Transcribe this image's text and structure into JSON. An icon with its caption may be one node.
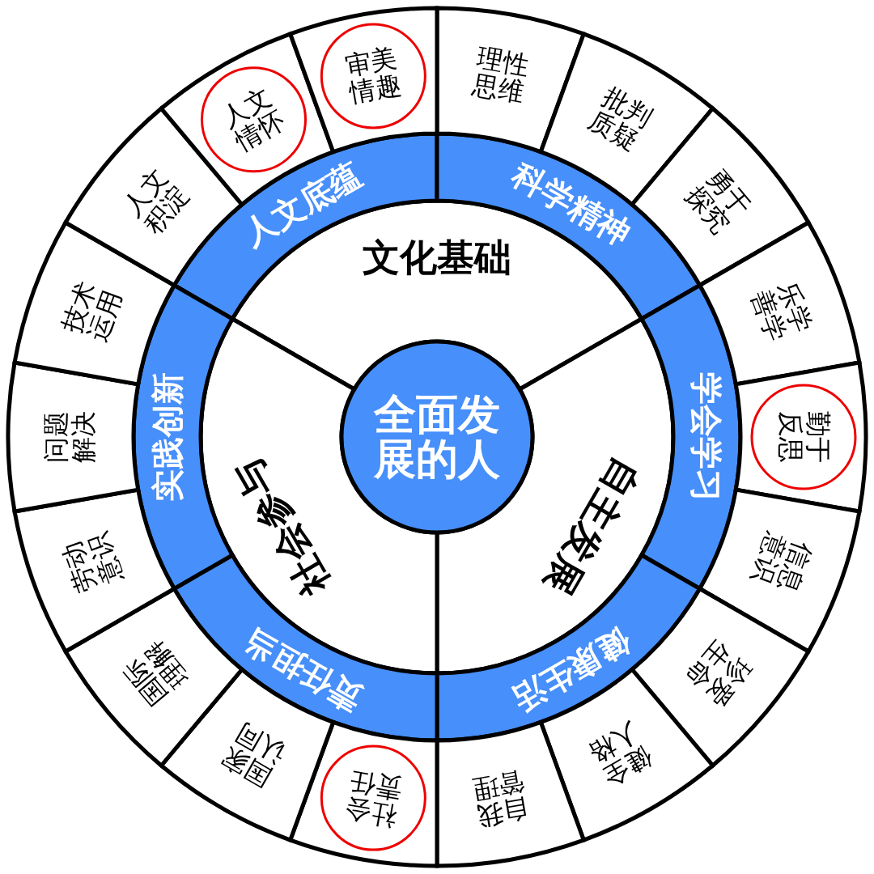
{
  "diagram": {
    "nodes": [
      {
        "text": [
          "全面发展的人"
        ]
      },
      {
        "text": [
          "文化基础"
        ]
      },
      {
        "text": [
          "自主发展"
        ]
      },
      {
        "text": [
          "社会参与"
        ]
      },
      {
        "text": [
          "人文底蕴"
        ]
      },
      {
        "text": [
          "科学精神"
        ]
      },
      {
        "text": [
          "学会学习"
        ]
      },
      {
        "text": [
          "健康生活"
        ]
      },
      {
        "text": [
          "责任担当"
        ]
      },
      {
        "text": [
          "实践创新"
        ]
      },
      {
        "text": [
          "理性思维"
        ]
      },
      {
        "text": [
          "批判质疑"
        ]
      },
      {
        "text": [
          "勇于探究"
        ]
      },
      {
        "text": [
          "乐学善学"
        ]
      },
      {
        "text": [],
        "shape": "box"
      },
      {
        "text": [
          "勤于反思"
        ],
        "in": 14
      },
      {
        "text": [
          "信息意识"
        ]
      },
      {
        "text": [
          "珍爱生命"
        ]
      },
      {
        "text": [
          "健全人格"
        ]
      },
      {
        "text": [
          "自我管理"
        ]
      },
      {
        "text": [],
        "shape": "box"
      },
      {
        "text": [
          "社会责任"
        ],
        "in": 20
      },
      {
        "text": [
          "国家认同"
        ]
      },
      {
        "text": [
          "国际理解"
        ]
      },
      {
        "text": [
          "劳动意识"
        ]
      },
      {
        "text": [
          "问题解决"
        ]
      },
      {
        "text": [
          "技术运用"
        ]
      },
      {
        "text": [
          "人文积淀"
        ]
      },
      {
        "text": [],
        "shape": "box"
      },
      {
        "text": [
          "人文情怀"
        ],
        "in": 28
      },
      {
        "text": [],
        "shape": "box"
      },
      {
        "text": [
          "审美情趣"
        ],
        "in": 30
      }
    ]
  }
}
